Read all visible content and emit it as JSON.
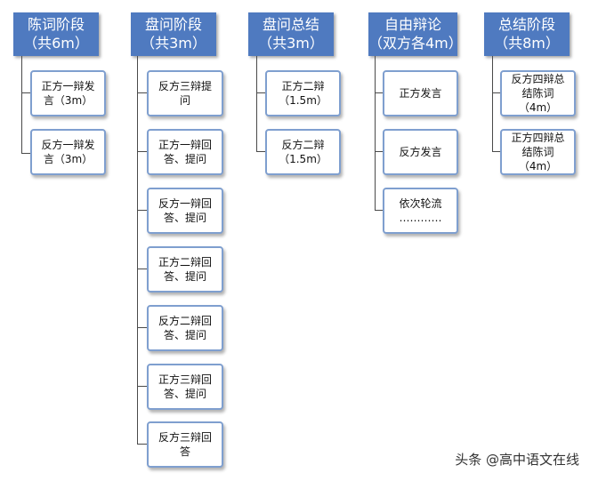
{
  "columns": [
    {
      "title": "陈词阶段",
      "subtitle": "（共6m）",
      "items": [
        {
          "line1": "正方一辩发",
          "line2": "言（3m）"
        },
        {
          "line1": "反方一辩发",
          "line2": "言（3m）"
        }
      ]
    },
    {
      "title": "盘问阶段",
      "subtitle": "（共3m）",
      "items": [
        {
          "line1": "反方三辩提",
          "line2": "问"
        },
        {
          "line1": "正方一辩回",
          "line2": "答、提问"
        },
        {
          "line1": "反方一辩回",
          "line2": "答、提问"
        },
        {
          "line1": "正方二辩回",
          "line2": "答、提问"
        },
        {
          "line1": "反方二辩回",
          "line2": "答、提问"
        },
        {
          "line1": "正方三辩回",
          "line2": "答、提问"
        },
        {
          "line1": "反方三辩回",
          "line2": "答"
        }
      ]
    },
    {
      "title": "盘问总结",
      "subtitle": "（共3m）",
      "items": [
        {
          "line1": "正方二辩",
          "line2": "（1.5m）"
        },
        {
          "line1": "反方二辩",
          "line2": "（1.5m）"
        }
      ]
    },
    {
      "title": "自由辩论",
      "subtitle": "（双方各4m）",
      "items": [
        {
          "line1": "正方发言",
          "line2": ""
        },
        {
          "line1": "反方发言",
          "line2": ""
        },
        {
          "line1": "依次轮流",
          "line2": "…………"
        }
      ]
    },
    {
      "title": "总结阶段",
      "subtitle": "（共8m）",
      "items": [
        {
          "line1": "反方四辩总",
          "line2": "结陈词（4m）"
        },
        {
          "line1": "正方四辩总",
          "line2": "结陈词（4m）"
        }
      ]
    }
  ],
  "watermark": "头条 @高中语文在线",
  "colors": {
    "header_fill": "#4f7ac0",
    "node_border": "#7f9fcf",
    "connector": "#4a4a4a"
  }
}
